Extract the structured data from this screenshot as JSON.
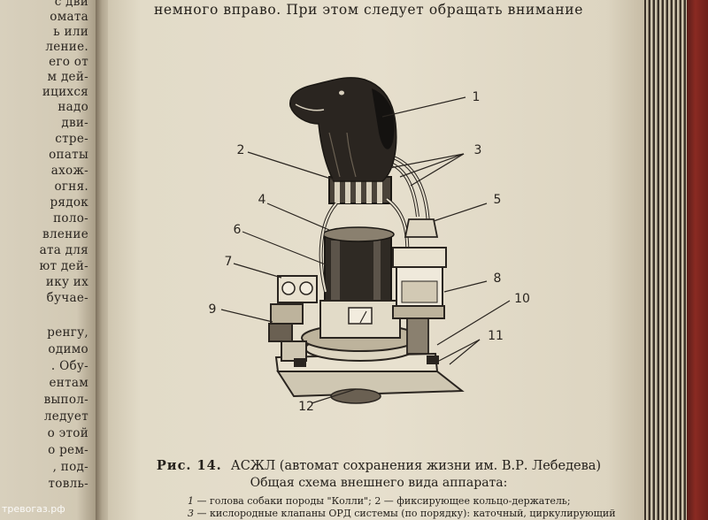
{
  "left_page": {
    "lines": [
      "с дви",
      "омата",
      "ь или",
      "ление.",
      "его от",
      "м дей-",
      "ицихся",
      "надо",
      "дви-",
      "стре-",
      "опаты",
      "ахож-",
      "огня.",
      "рядок",
      "поло-",
      "вление",
      "ата для",
      "ют дей-",
      "ику их",
      "бучае-",
      "ренгу,",
      "одимо",
      ". Обу-",
      "ентам",
      "выпол-",
      "ледует",
      "о этой",
      "о рем-",
      ", под-",
      "товль-"
    ]
  },
  "top_text": "немного вправо. При этом следует обращать внимание",
  "figure": {
    "labels": [
      "1",
      "2",
      "3",
      "4",
      "5",
      "6",
      "7",
      "8",
      "9",
      "10",
      "11",
      "12"
    ]
  },
  "caption": {
    "fig_number": "Рис. 14.",
    "title": "АСЖЛ (автомат сохранения жизни им. В.Р. Лебедева)",
    "subtitle": "Общая схема внешнего вида аппарата:",
    "legend": [
      {
        "num": "1",
        "text": "— голова собаки породы \"Колли\";  2 — фиксирующее кольцо-держатель;"
      },
      {
        "num": "3",
        "text": "— кислородные клапаны ОРД системы (по порядку): каточный, циркулирующий"
      }
    ]
  },
  "watermark": "тревогаз.рф"
}
